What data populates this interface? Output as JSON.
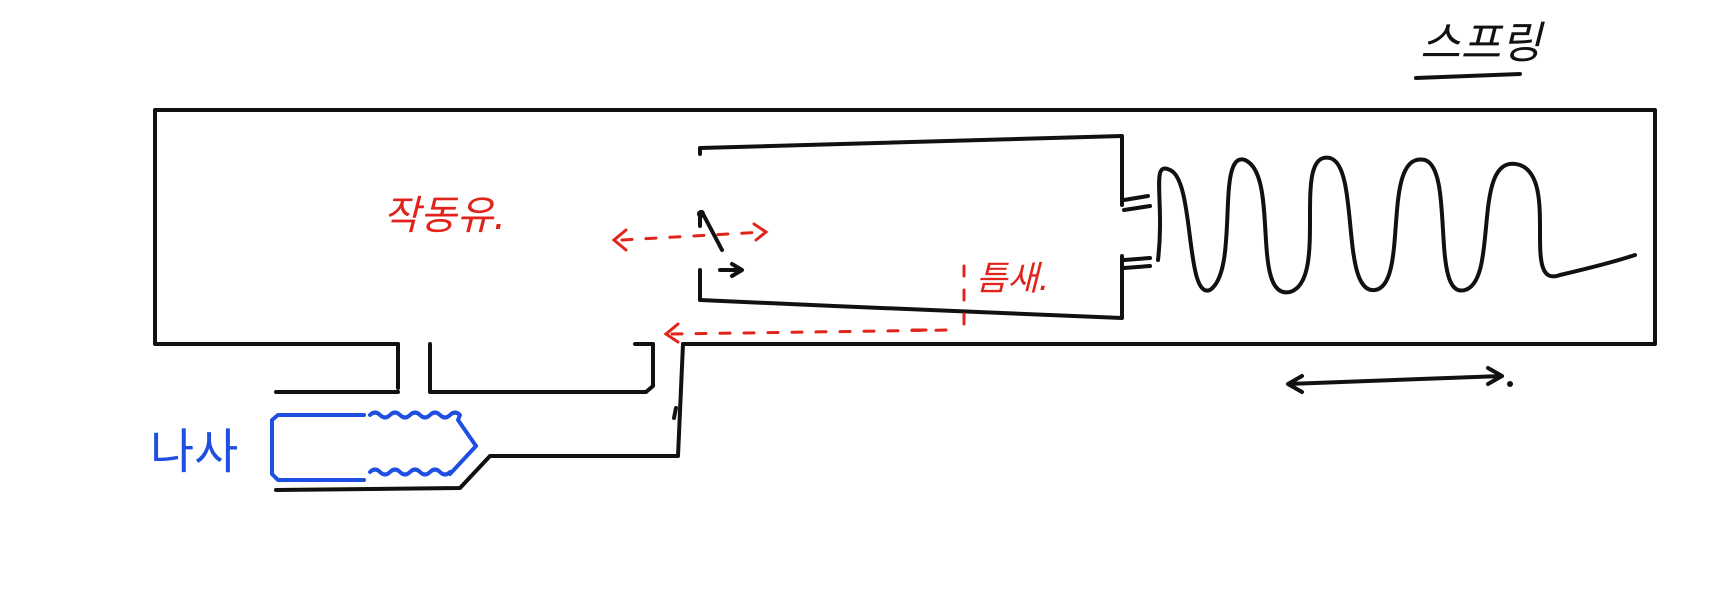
{
  "labels": {
    "spring": "스프링",
    "working_fluid": "작동유.",
    "gap": "틈새.",
    "screw": "나사"
  },
  "colors": {
    "ink": "#111111",
    "annotation": "#e0241b",
    "screw": "#1f4fe0"
  }
}
